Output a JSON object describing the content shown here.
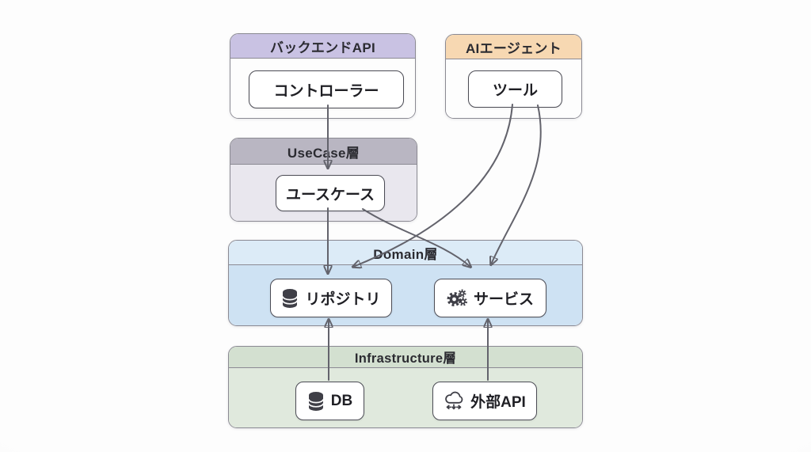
{
  "diagram": {
    "groups": [
      {
        "id": "backend-api",
        "title": "バックエンドAPI",
        "header_color": "#c9c2e3",
        "body_color": "#fdfdfd",
        "nodes": [
          {
            "id": "controller",
            "label": "コントローラー",
            "icon": null
          }
        ]
      },
      {
        "id": "ai-agent",
        "title": "AIエージェント",
        "header_color": "#f7d8b2",
        "body_color": "#fdfdfd",
        "nodes": [
          {
            "id": "tool",
            "label": "ツール",
            "icon": null
          }
        ]
      },
      {
        "id": "usecase-layer",
        "title": "UseCase層",
        "header_color": "#b9b6c2",
        "body_color": "#e9e7ee",
        "nodes": [
          {
            "id": "usecase",
            "label": "ユースケース",
            "icon": null
          }
        ]
      },
      {
        "id": "domain-layer",
        "title": "Domain層",
        "header_color": "#dcebf7",
        "body_color": "#cee2f3",
        "nodes": [
          {
            "id": "repository",
            "label": "リポジトリ",
            "icon": "database-icon"
          },
          {
            "id": "service",
            "label": "サービス",
            "icon": "gears-icon"
          }
        ]
      },
      {
        "id": "infrastructure-layer",
        "title": "Infrastructure層",
        "header_color": "#d3e0d0",
        "body_color": "#e0e9dd",
        "nodes": [
          {
            "id": "db",
            "label": "DB",
            "icon": "database-icon"
          },
          {
            "id": "external-api",
            "label": "外部API",
            "icon": "cloud-transfer-icon"
          }
        ]
      }
    ],
    "edges": [
      {
        "from": "controller",
        "to": "usecase",
        "style": "straight"
      },
      {
        "from": "usecase",
        "to": "repository",
        "style": "straight"
      },
      {
        "from": "usecase",
        "to": "service",
        "style": "curved"
      },
      {
        "from": "tool",
        "to": "repository",
        "style": "curved"
      },
      {
        "from": "tool",
        "to": "service",
        "style": "curved"
      },
      {
        "from": "db",
        "to": "repository",
        "style": "straight"
      },
      {
        "from": "external-api",
        "to": "service",
        "style": "straight"
      }
    ],
    "colors": {
      "edge": "#63636c",
      "group_border": "#8b8a93",
      "node_border": "#4c4c55",
      "title_text": "#2b2b31",
      "label_text": "#1f1f24",
      "icon": "#3f3f47"
    }
  }
}
